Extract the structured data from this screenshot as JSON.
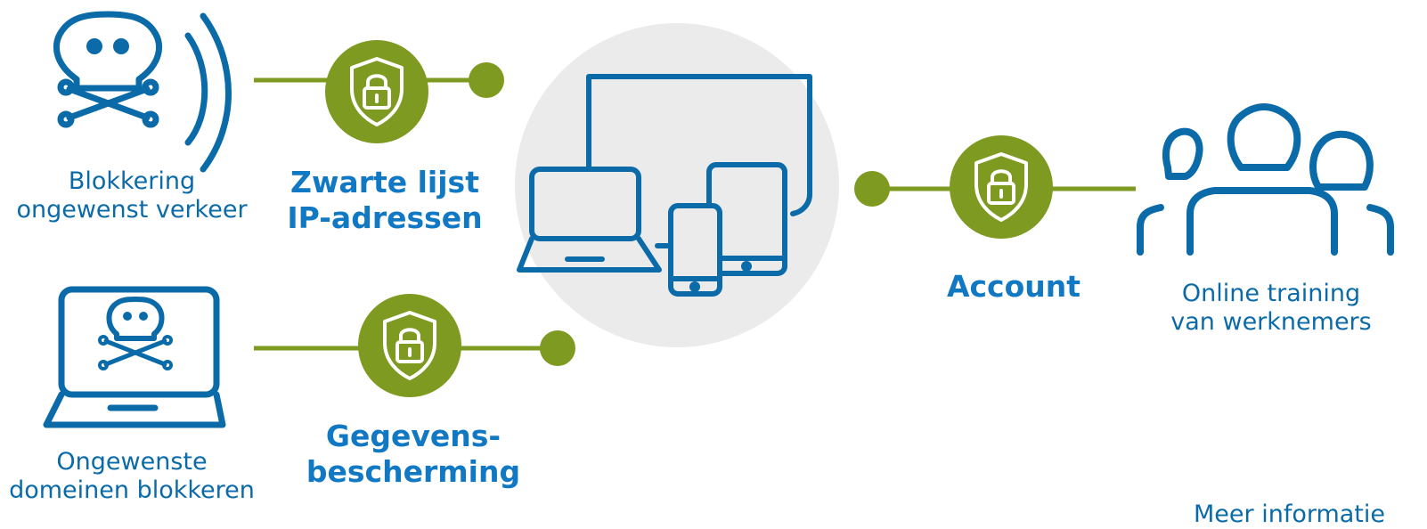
{
  "diagram": {
    "threat_labels": {
      "traffic": [
        "Blokkering",
        "ongewenst verkeer"
      ],
      "domains": [
        "Ongewenste",
        "domeinen blokkeren"
      ]
    },
    "protection_labels": {
      "blacklist": [
        "Zwarte lijst",
        "IP-adressen"
      ],
      "data_protection": [
        "Gegevens-",
        "bescherming"
      ],
      "account": [
        "Account"
      ]
    },
    "people_label": [
      "Online training",
      "van werknemers"
    ],
    "footer_partial": "Meer informatie",
    "colors": {
      "blue": "#0b6aa8",
      "label_blue": "#1178c3",
      "green": "#7e9a20",
      "circle_gray": "#ebebeb"
    },
    "icons": [
      "skull-crossbones-icon",
      "signal-waves-icon",
      "shield-lock-icon",
      "laptop-skull-icon",
      "devices-icon",
      "users-group-icon"
    ]
  }
}
